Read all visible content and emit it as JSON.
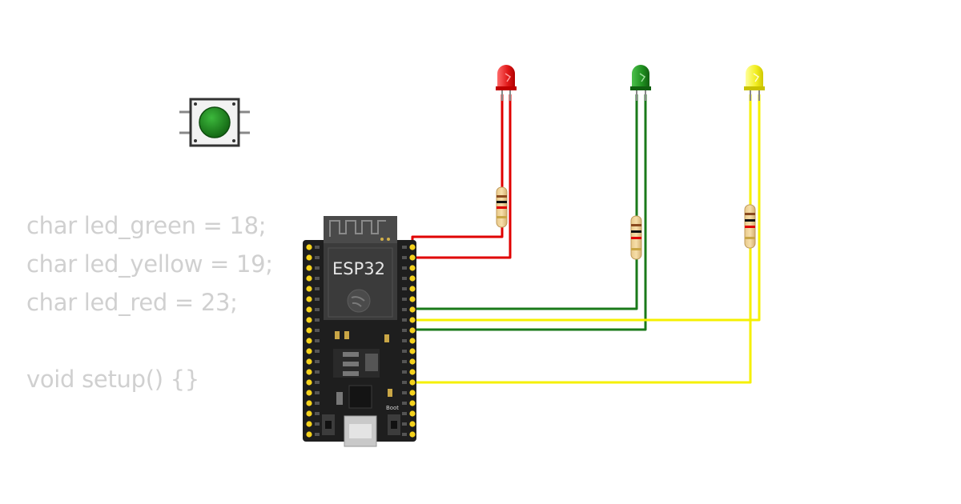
{
  "code_lines": [
    "char led_green = 18;",
    "char led_yellow = 19;",
    "char led_red = 23;",
    "",
    "void setup() {}"
  ],
  "board": {
    "module_label": "ESP32",
    "boot_label": "Boot"
  },
  "colors": {
    "wire_red": "#e00000",
    "wire_green": "#1a7a1a",
    "wire_yellow": "#f5f000",
    "board": "#1e1e1e",
    "pin": "#f5d21c",
    "button_cap": "#1e8a1e"
  },
  "components": [
    "pushbutton",
    "red-led",
    "green-led",
    "yellow-led",
    "resistor",
    "resistor",
    "resistor",
    "esp32-devkit"
  ]
}
